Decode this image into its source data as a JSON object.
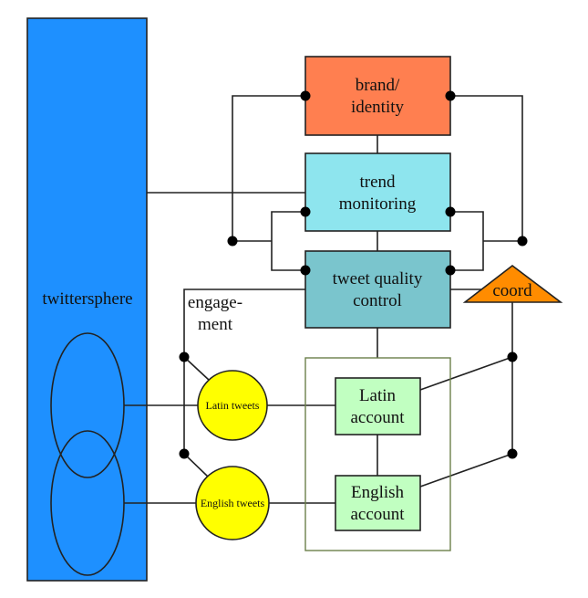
{
  "diagram": {
    "nodes": {
      "twittersphere": {
        "label": "twittersphere",
        "color": "#1e90ff"
      },
      "brand": {
        "label_lines": [
          "brand/",
          "identity"
        ],
        "color": "#ff7f50"
      },
      "trend": {
        "label_lines": [
          "trend",
          "monitoring"
        ],
        "color": "#8ee5ee"
      },
      "quality": {
        "label_lines": [
          "tweet quality",
          "control"
        ],
        "color": "#7ac5cd"
      },
      "coord": {
        "label": "coord",
        "color": "#ff8c00"
      },
      "latin_account": {
        "label_lines": [
          "Latin",
          "account"
        ],
        "color": "#c1ffc1"
      },
      "english_account": {
        "label_lines": [
          "English",
          "account"
        ],
        "color": "#c1ffc1"
      },
      "latin_tweets": {
        "label": "Latin tweets",
        "color": "#ffff00"
      },
      "english_tweets": {
        "label": "English tweets",
        "color": "#ffff00"
      },
      "accounts_group": {
        "border_color": "#6b7f4a"
      }
    },
    "annotations": {
      "engagement": [
        "engage-",
        "ment"
      ]
    }
  }
}
